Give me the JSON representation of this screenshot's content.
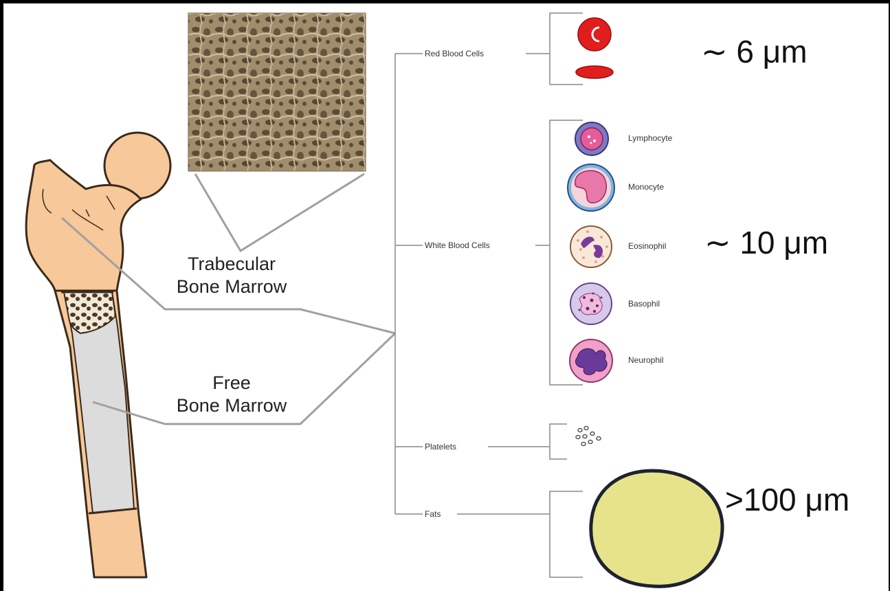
{
  "labels": {
    "trabecular_line1": "Trabecular",
    "trabecular_line2": "Bone Marrow",
    "free_line1": "Free",
    "free_line2": "Bone Marrow"
  },
  "categories": {
    "red_blood_cells": "Red Blood Cells",
    "white_blood_cells": "White Blood Cells",
    "platelets": "Platelets",
    "fats": "Fats"
  },
  "white_cells": {
    "lymphocyte": "Lymphocyte",
    "monocyte": "Monocyte",
    "eosinophil": "Eosinophil",
    "basophil": "Basophil",
    "neurophil": "Neurophil"
  },
  "sizes": {
    "red": "∼ 6 μm",
    "white": "∼ 10 μm",
    "fat": ">100 μm"
  },
  "colors": {
    "bone": "#f7c89a",
    "bone_outline": "#3a2a1a",
    "marrow_cavity": "#dcdcdc",
    "trabecular_photo": "#8e7a5a",
    "connector": "#a0a0a0",
    "rbc": "#e01e1e",
    "fat": "#e6e38a"
  }
}
